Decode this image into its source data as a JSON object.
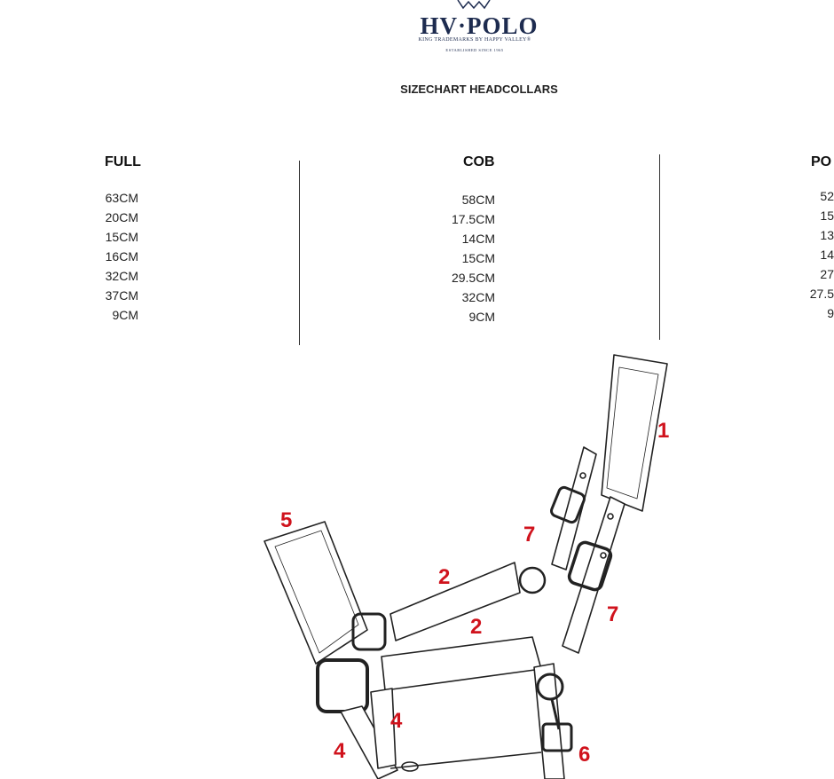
{
  "brand": {
    "name": "HV·POLO",
    "tagline": "KING TRADEMARKS BY HAPPY VALLEY®",
    "established": "ESTABLISHED SINCE 1965"
  },
  "title": "SIZECHART HEADCOLLARS",
  "columns": [
    {
      "header": "FULL",
      "values": [
        "63CM",
        "20CM",
        "15CM",
        "16CM",
        "32CM",
        "37CM",
        "9CM"
      ]
    },
    {
      "header": "COB",
      "values": [
        "58CM",
        "17.5CM",
        "14CM",
        "15CM",
        "29.5CM",
        "32CM",
        "9CM"
      ]
    },
    {
      "header": "PO",
      "values": [
        "52",
        "15",
        "13",
        "14",
        "27",
        "27.5",
        "9"
      ]
    }
  ],
  "diagram": {
    "part_numbers": [
      "1",
      "2",
      "2",
      "4",
      "4",
      "5",
      "6",
      "7",
      "7"
    ],
    "label_color": "#d0131d"
  }
}
